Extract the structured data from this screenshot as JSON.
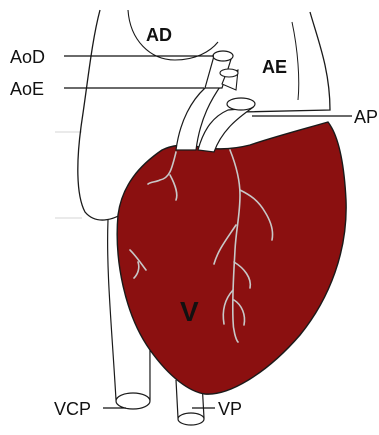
{
  "labels": {
    "ad": "AD",
    "ae": "AE",
    "aod": "AoD",
    "aoe": "AoE",
    "ap": "AP",
    "v": "V",
    "vcp": "VCP",
    "vp": "VP"
  },
  "colors": {
    "ventricle_fill": "#8b1010",
    "outline": "#1a1a1a",
    "vessel": "#c8c8c8",
    "pointer_line": "#111111",
    "background": "#ffffff"
  }
}
